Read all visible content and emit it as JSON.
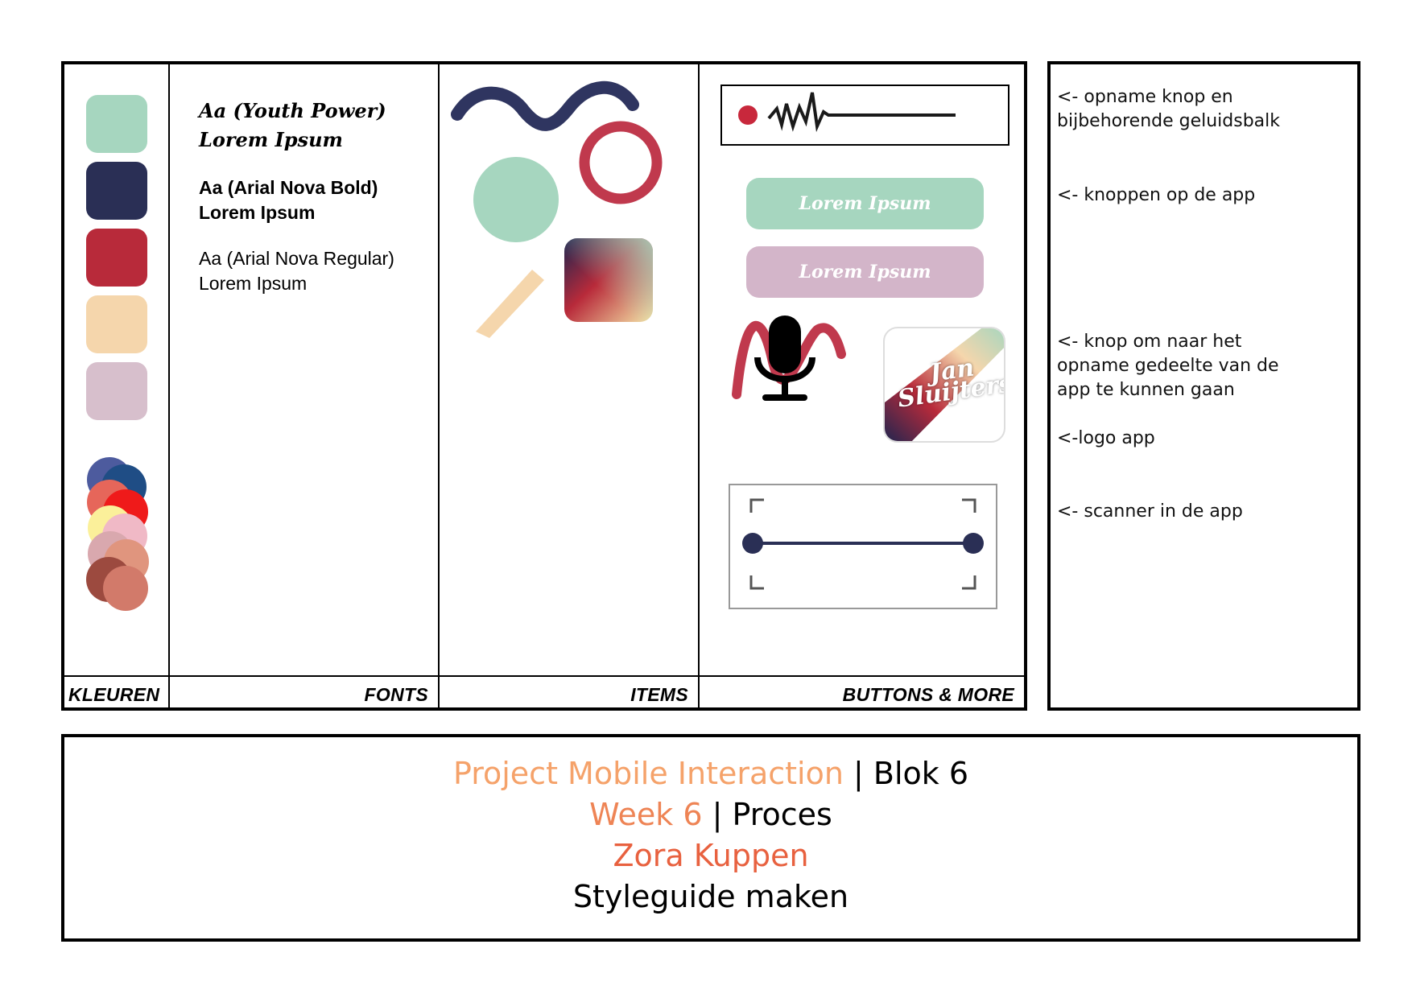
{
  "columns": {
    "colors_label": "KLEUREN",
    "fonts_label": "FONTS",
    "items_label": "ITEMS",
    "buttons_label": "BUTTONS & MORE"
  },
  "palette": [
    "#a6d6bf",
    "#2a2f55",
    "#b82a3a",
    "#f5d6ac",
    "#d7bfcc"
  ],
  "palette_dots": [
    "#4d5b9e",
    "#1f4d85",
    "#e6665a",
    "#ef1a1a",
    "#fbf09a",
    "#f0b9c6",
    "#d9a8ae",
    "#e0957e",
    "#9c4a3f",
    "#d27a6a"
  ],
  "fonts": {
    "script_line1": "Aa (Youth Power)",
    "script_line2": "Lorem Ipsum",
    "bold_line1": "Aa (Arial Nova Bold)",
    "bold_line2": "Lorem Ipsum",
    "regular_line1": "Aa (Arial Nova Regular)",
    "regular_line2": "Lorem Ipsum"
  },
  "buttons": {
    "button_1": "Lorem Ipsum",
    "button_2": "Lorem Ipsum",
    "logo_line1": "Jan",
    "logo_line2": "Sluijters"
  },
  "icons": [
    "record-dot-icon",
    "microphone-icon",
    "scanner-icon"
  ],
  "notes": {
    "n1": "<- opname knop en\n bijbehorende geluidsbalk",
    "n2": "<- knoppen op de app",
    "n3": "<- knop om naar het\n opname gedeelte van de\n app te kunnen gaan",
    "n4": "<-logo app",
    "n5": "<- scanner in de app"
  },
  "title": {
    "project": "Project Mobile Interaction",
    "sep1": " | ",
    "blok": "Blok 6",
    "week": "Week 6",
    "sep2": " | ",
    "proces": "Proces",
    "author": "Zora Kuppen",
    "subject": "Styleguide maken"
  },
  "colors": {
    "mint": "#a6d6bf",
    "navy": "#2a2f55",
    "red": "#b82a3a",
    "peach": "#f5d6ac",
    "lilac": "#d7bfcc",
    "title_orange": "#f5a26a"
  }
}
